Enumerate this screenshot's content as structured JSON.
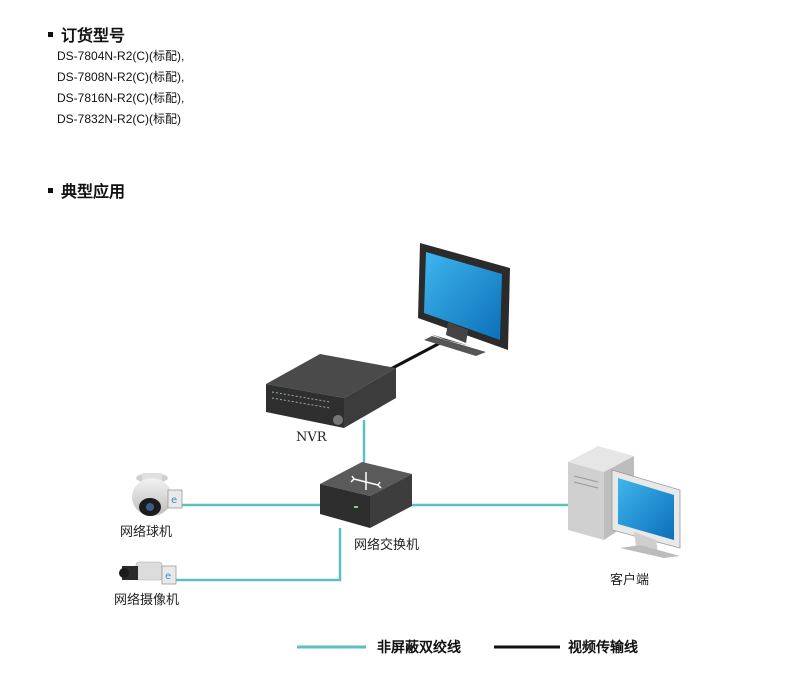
{
  "ordering": {
    "heading": "订货型号",
    "models": [
      "DS-7804N-R2(C)(标配),",
      "DS-7808N-R2(C)(标配),",
      "DS-7816N-R2(C)(标配),",
      "DS-7832N-R2(C)(标配)"
    ]
  },
  "application": {
    "heading": "典型应用"
  },
  "diagram": {
    "nodes": {
      "nvr": "NVR",
      "switch": "网络交换机",
      "dome_camera": "网络球机",
      "box_camera": "网络摄像机",
      "client": "客户端"
    },
    "legend": {
      "network_cable": "非屏蔽双绞线",
      "video_cable": "视频传输线"
    },
    "colors": {
      "network_cable": "#5bbfc4",
      "video_cable": "#111111",
      "screen": "#1a8fd6"
    }
  }
}
